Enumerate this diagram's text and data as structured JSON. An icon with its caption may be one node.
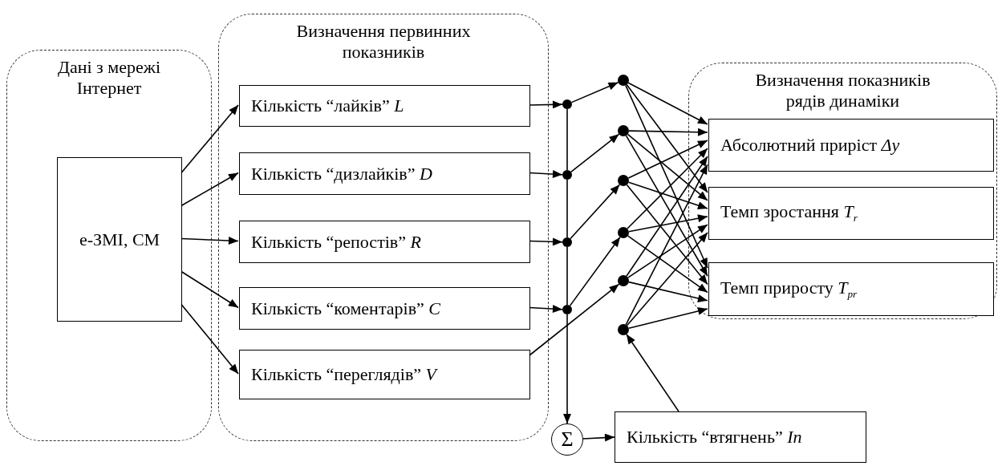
{
  "diagram": {
    "nodes": [
      {
        "text": [
          "Дані з мережі Інтернет"
        ]
      },
      {
        "text": [
          "е-ЗМІ, СМ"
        ],
        "in": 0
      },
      {
        "text": [
          "Визначення первинних показників"
        ]
      },
      {
        "text": [
          "Кількість “лайків” *L*"
        ],
        "in": 2
      },
      {
        "text": [
          "Кількість “дизлайків” *D*"
        ],
        "in": 2
      },
      {
        "text": [
          "Кількість “репостів” *R*"
        ],
        "in": 2
      },
      {
        "text": [
          "Кількість “коментарів” *C*"
        ],
        "in": 2
      },
      {
        "text": [
          "Кількість “переглядів” *V*"
        ],
        "in": 2
      },
      {
        "text": [
          "Визначення показників рядів динаміки"
        ]
      },
      {
        "text": [
          "Абсолютний приріст *Δy*"
        ],
        "in": 8
      },
      {
        "text": [
          "Темп зростання *T*$_{r}$"
        ],
        "in": 8
      },
      {
        "text": [
          "Темп приросту *T*$_{pr}$"
        ],
        "in": 8
      },
      {
        "text": [],
        "shape": "circle"
      },
      {
        "text": [],
        "shape": "circle"
      },
      {
        "text": [],
        "shape": "circle"
      },
      {
        "text": [],
        "shape": "circle"
      },
      {
        "text": [],
        "shape": "circle"
      },
      {
        "text": [],
        "shape": "circle"
      },
      {
        "text": [],
        "shape": "circle"
      },
      {
        "text": [],
        "shape": "circle"
      },
      {
        "text": [],
        "shape": "circle"
      },
      {
        "text": [],
        "shape": "circle"
      },
      {
        "text": [
          "Σ"
        ]
      },
      {
        "text": [
          "Кількість “втягнень” *In*"
        ]
      }
    ],
    "edges": [
      {
        "from": 1,
        "to": 3,
        "arrow": "to"
      },
      {
        "from": 1,
        "to": 4,
        "arrow": "to"
      },
      {
        "from": 1,
        "to": 5,
        "arrow": "to"
      },
      {
        "from": 1,
        "to": 6,
        "arrow": "to"
      },
      {
        "from": 1,
        "to": 7,
        "arrow": "to"
      },
      {
        "from": 3,
        "to": 12,
        "arrow": "to"
      },
      {
        "from": 4,
        "to": 13,
        "arrow": "to"
      },
      {
        "from": 5,
        "to": 14,
        "arrow": "to"
      },
      {
        "from": 6,
        "to": 15,
        "arrow": "to"
      },
      {
        "from": 7,
        "to": 20,
        "arrow": "to"
      },
      {
        "from": 12,
        "to": 16,
        "arrow": "to"
      },
      {
        "from": 13,
        "to": 17,
        "arrow": "to"
      },
      {
        "from": 14,
        "to": 18,
        "arrow": "to"
      },
      {
        "from": 15,
        "to": 19,
        "arrow": "to"
      },
      {
        "from": 12,
        "to": 13,
        "arrow": "none"
      },
      {
        "from": 13,
        "to": 14,
        "arrow": "none"
      },
      {
        "from": 14,
        "to": 15,
        "arrow": "none"
      },
      {
        "from": 15,
        "to": 22,
        "arrow": "to"
      },
      {
        "from": 22,
        "to": 23,
        "arrow": "to"
      },
      {
        "from": 23,
        "to": 21,
        "arrow": "to"
      },
      {
        "from": 16,
        "to": 9,
        "arrow": "to"
      },
      {
        "from": 16,
        "to": 10,
        "arrow": "to"
      },
      {
        "from": 16,
        "to": 11,
        "arrow": "to"
      },
      {
        "from": 17,
        "to": 9,
        "arrow": "to"
      },
      {
        "from": 17,
        "to": 10,
        "arrow": "to"
      },
      {
        "from": 17,
        "to": 11,
        "arrow": "to"
      },
      {
        "from": 18,
        "to": 9,
        "arrow": "to"
      },
      {
        "from": 18,
        "to": 10,
        "arrow": "to"
      },
      {
        "from": 18,
        "to": 11,
        "arrow": "to"
      },
      {
        "from": 19,
        "to": 9,
        "arrow": "to"
      },
      {
        "from": 19,
        "to": 10,
        "arrow": "to"
      },
      {
        "from": 19,
        "to": 11,
        "arrow": "to"
      },
      {
        "from": 20,
        "to": 9,
        "arrow": "to"
      },
      {
        "from": 20,
        "to": 10,
        "arrow": "to"
      },
      {
        "from": 20,
        "to": 11,
        "arrow": "to"
      },
      {
        "from": 21,
        "to": 9,
        "arrow": "to"
      },
      {
        "from": 21,
        "to": 10,
        "arrow": "to"
      },
      {
        "from": 21,
        "to": 11,
        "arrow": "to"
      }
    ]
  }
}
